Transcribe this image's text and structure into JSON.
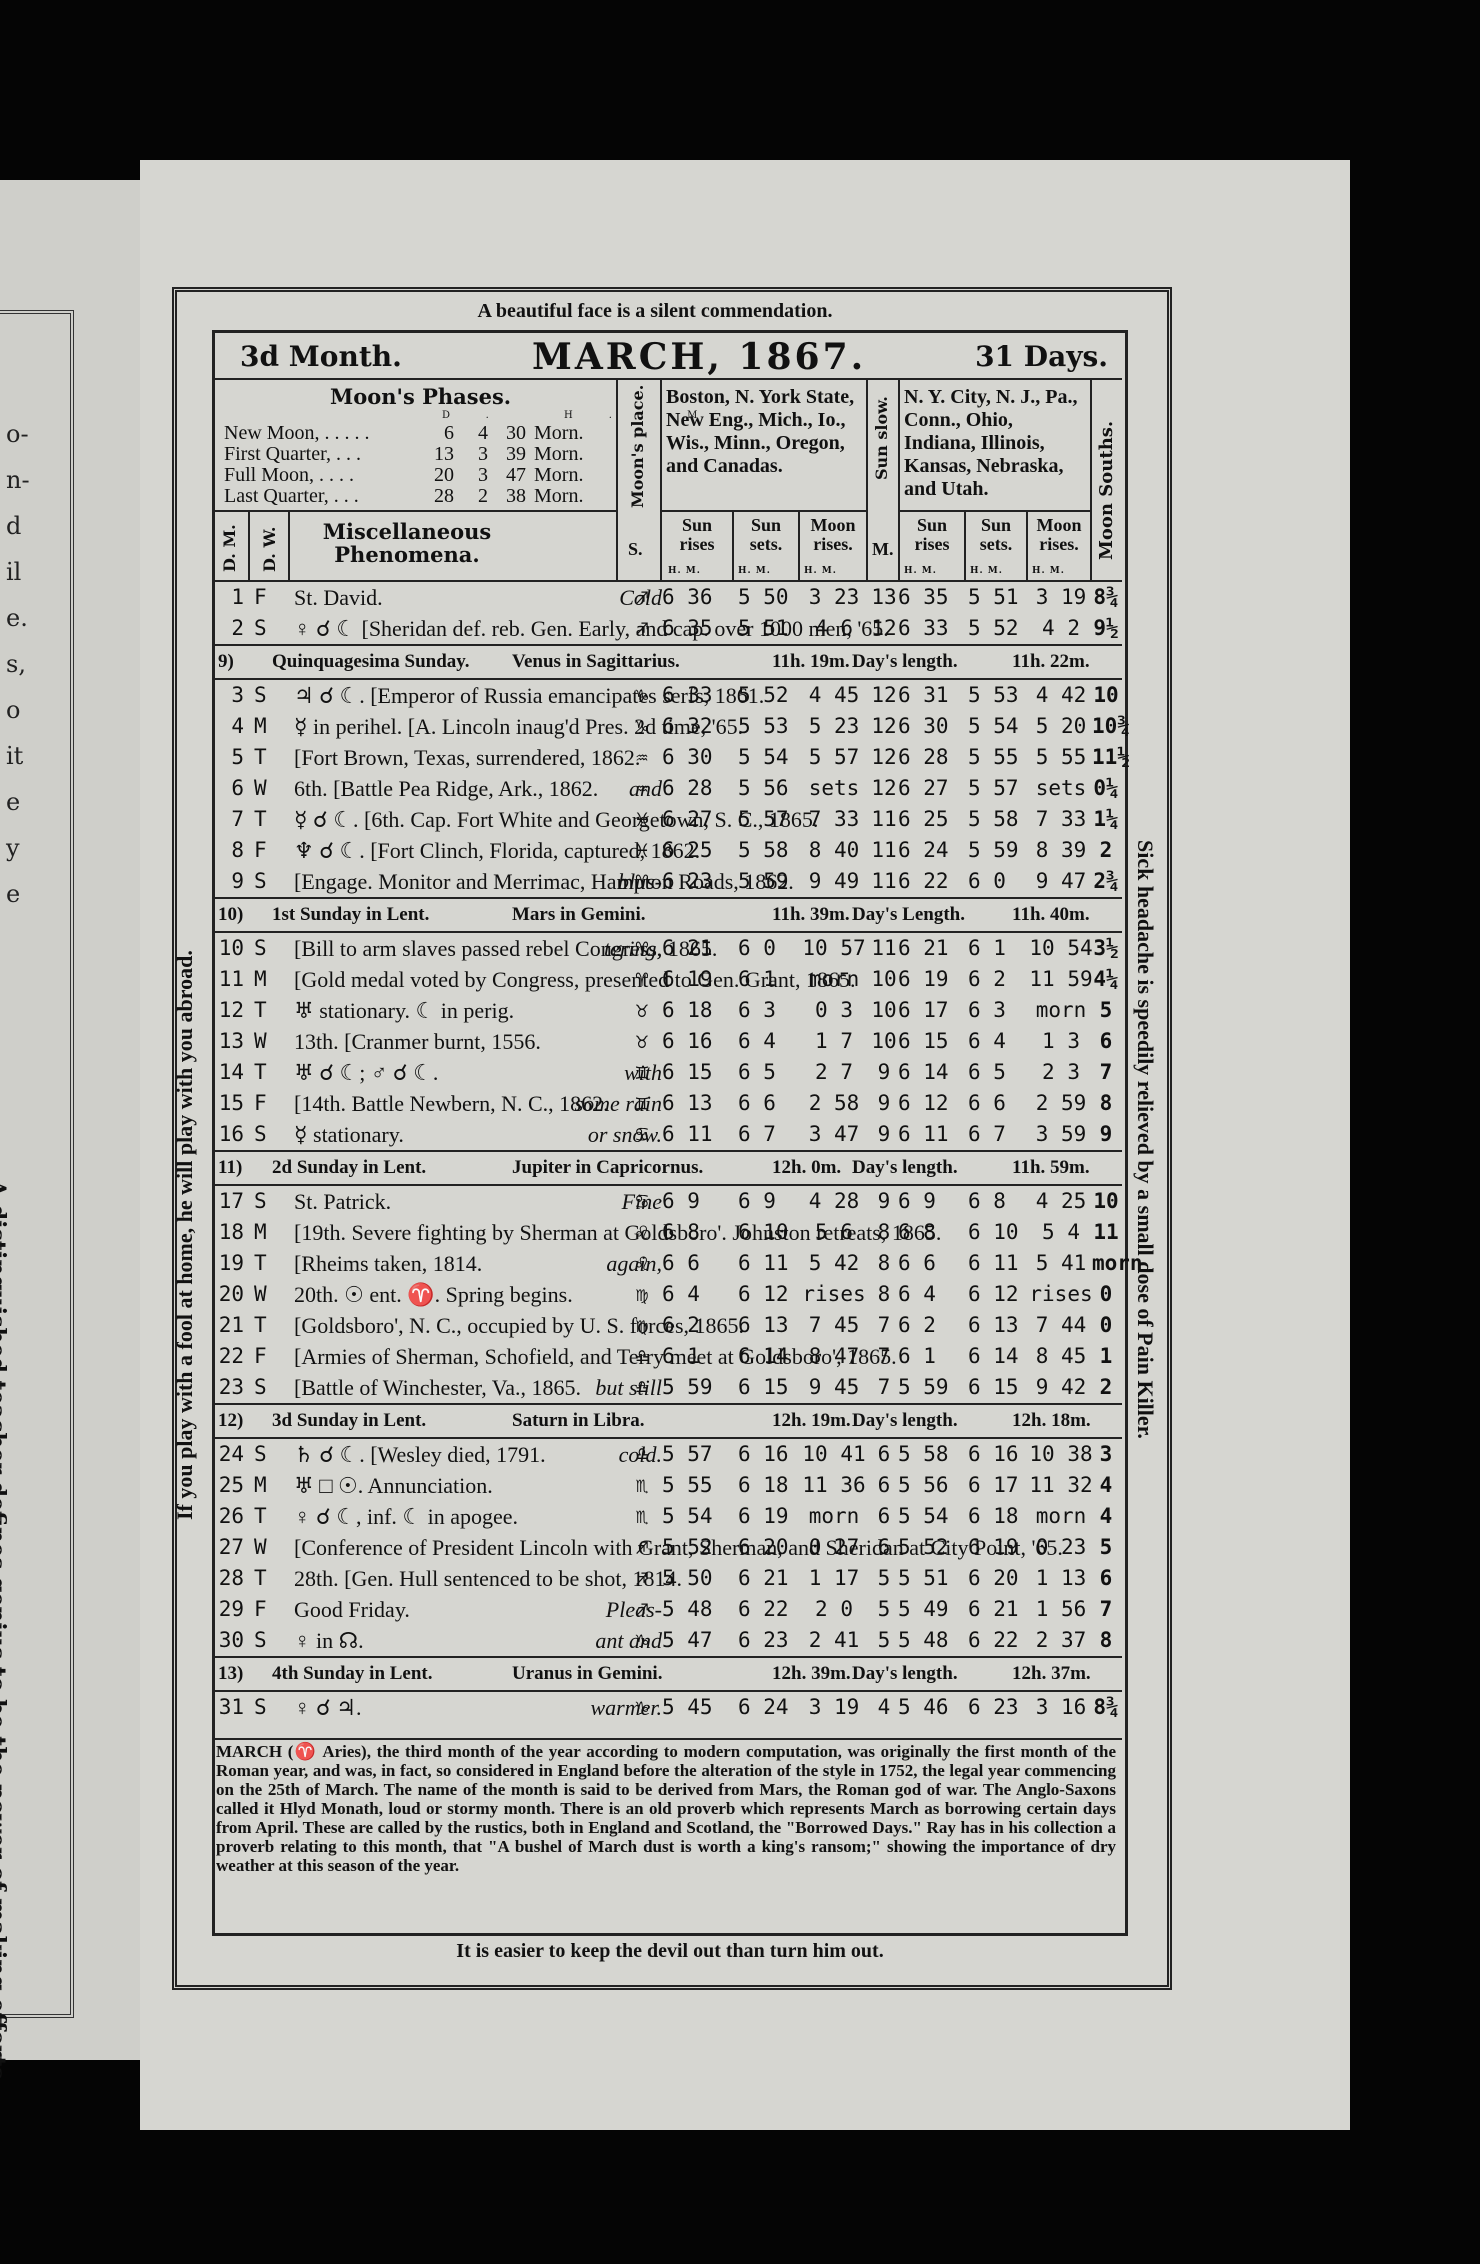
{
  "prev_page": {
    "fragments": [
      "o-",
      "n-",
      "d",
      "il",
      "e.",
      "s,",
      "o",
      "it",
      "e",
      "y",
      "e"
    ],
    "side_text": "A distinguished teacher defines genius to be the power of making efforts."
  },
  "top_motto": "A beautiful face is a silent commendation.",
  "bottom_motto": "It is easier to keep the devil out than turn him out.",
  "left_side_text": "If you play with a fool at home, he will play with you abroad.",
  "right_side_text": "Sick headache is speedily relieved by a small dose of Pain Killer.",
  "title": {
    "left": "3d Month.",
    "center": "MARCH, 1867.",
    "right": "31 Days."
  },
  "header": {
    "phases_title": "Moon's Phases.",
    "dhm": "D. H. M.",
    "phases": [
      {
        "name": "New Moon, . . . . .",
        "d": "6",
        "h": "4",
        "m": "30",
        "when": "Morn."
      },
      {
        "name": "First Quarter, . . .",
        "d": "13",
        "h": "3",
        "m": "39",
        "when": "Morn."
      },
      {
        "name": "Full Moon, . . . .",
        "d": "20",
        "h": "3",
        "m": "47",
        "when": "Morn."
      },
      {
        "name": "Last Quarter, . . .",
        "d": "28",
        "h": "2",
        "m": "38",
        "when": "Morn."
      }
    ],
    "moons_place": "Moon's place.",
    "boston": "Boston, N. York State, New Eng., Mich., Io., Wis., Minn., Oregon, and Canadas.",
    "sun_slow": "Sun slow.",
    "nyc": "N. Y. City, N. J., Pa., Conn., Ohio, Indiana, Illinois, Kansas, Nebraska, and Utah.",
    "moon_souths": "Moon Souths.",
    "dm": "D. M.",
    "dw": "D. W.",
    "misc": "Miscellaneous Phenomena.",
    "s": "S.",
    "sun_rises": "Sun rises",
    "sun_sets": "Sun sets.",
    "moon_rises": "Moon rises.",
    "m": "M.",
    "hm": "H. M."
  },
  "rows": [
    {
      "dm": "1",
      "dw": "F",
      "misc": "St. David.",
      "wx": "Cold",
      "sign": "♐",
      "br": "6 36",
      "bs": "5 50",
      "bm": "3 23",
      "sl": "13",
      "nr": "6 35",
      "ns": "5 51",
      "nm": "3 19",
      "ms": "8¾"
    },
    {
      "dm": "2",
      "dw": "S",
      "misc": "♀ ☌ ☾ [Sheridan def. reb. Gen. Early, and cap. over 1000 men, '65.",
      "wx": "",
      "sign": "♐",
      "br": "6 35",
      "bs": "5 51",
      "bm": "4  6",
      "sl": "12",
      "nr": "6 33",
      "ns": "5 52",
      "nm": "4  2",
      "ms": "9½"
    },
    {
      "sunday": true,
      "num": "9)",
      "name": "Quinquagesima Sunday.",
      "planet": "Venus in Sagittarius.",
      "dur": "11h. 19m.",
      "dl": "Day's length.",
      "dlv": "11h. 22m."
    },
    {
      "dm": "3",
      "dw": "S",
      "misc": "♃ ☌ ☾. [Emperor of Russia emancipates serfs, 1861.",
      "wx": "",
      "sign": "♑",
      "br": "6 33",
      "bs": "5 52",
      "bm": "4 45",
      "sl": "12",
      "nr": "6 31",
      "ns": "5 53",
      "nm": "4 42",
      "ms": "10"
    },
    {
      "dm": "4",
      "dw": "M",
      "misc": "☿ in perihel. [A. Lincoln inaug'd Pres. 2d time, '65.",
      "wx": "",
      "sign": "♑",
      "br": "6 32",
      "bs": "5 53",
      "bm": "5 23",
      "sl": "12",
      "nr": "6 30",
      "ns": "5 54",
      "nm": "5 20",
      "ms": "10¾"
    },
    {
      "dm": "5",
      "dw": "T",
      "misc": "[Fort Brown, Texas, surrendered, 1862.",
      "wx": "",
      "sign": "♒",
      "br": "6 30",
      "bs": "5 54",
      "bm": "5 57",
      "sl": "12",
      "nr": "6 28",
      "ns": "5 55",
      "nm": "5 55",
      "ms": "11½"
    },
    {
      "dm": "6",
      "dw": "W",
      "misc": "6th. [Battle Pea Ridge, Ark., 1862.",
      "wx": "and",
      "sign": "♒",
      "br": "6 28",
      "bs": "5 56",
      "bm": "sets",
      "sl": "12",
      "nr": "6 27",
      "ns": "5 57",
      "nm": "sets",
      "ms": "0¼"
    },
    {
      "dm": "7",
      "dw": "T",
      "misc": "☿ ☌ ☾. [6th. Cap. Fort White and Georgetown, S. C., 1865.",
      "wx": "",
      "sign": "♓",
      "br": "6 27",
      "bs": "5 57",
      "bm": "7 33",
      "sl": "11",
      "nr": "6 25",
      "ns": "5 58",
      "nm": "7 33",
      "ms": "1¼"
    },
    {
      "dm": "8",
      "dw": "F",
      "misc": "♆ ☌ ☾. [Fort Clinch, Florida, captured, 1862.",
      "wx": "",
      "sign": "♓",
      "br": "6 25",
      "bs": "5 58",
      "bm": "8 40",
      "sl": "11",
      "nr": "6 24",
      "ns": "5 59",
      "nm": "8 39",
      "ms": "2"
    },
    {
      "dm": "9",
      "dw": "S",
      "misc": "[Engage. Monitor and Merrimac, Hampton Roads, 1862.",
      "wx": "blus-",
      "sign": "♈",
      "br": "6 23",
      "bs": "5 59",
      "bm": "9 49",
      "sl": "11",
      "nr": "6 22",
      "ns": "6  0",
      "nm": "9 47",
      "ms": "2¾"
    },
    {
      "sunday": true,
      "num": "10)",
      "name": "1st Sunday in Lent.",
      "planet": "Mars in Gemini.",
      "dur": "11h. 39m.",
      "dl": "Day's Length.",
      "dlv": "11h. 40m."
    },
    {
      "dm": "10",
      "dw": "S",
      "misc": "[Bill to arm slaves passed rebel Congress, 1865.",
      "wx": "tering,",
      "sign": "♈",
      "br": "6 21",
      "bs": "6  0",
      "bm": "10 57",
      "sl": "11",
      "nr": "6 21",
      "ns": "6  1",
      "nm": "10 54",
      "ms": "3½"
    },
    {
      "dm": "11",
      "dw": "M",
      "misc": "[Gold medal voted by Congress, presented to Gen. Grant, 1865.",
      "wx": "",
      "sign": "♈",
      "br": "6 19",
      "bs": "6  1",
      "bm": "morn",
      "sl": "10",
      "nr": "6 19",
      "ns": "6  2",
      "nm": "11 59",
      "ms": "4¼"
    },
    {
      "dm": "12",
      "dw": "T",
      "misc": "♅ stationary. ☾ in perig.",
      "wx": "",
      "sign": "♉",
      "br": "6 18",
      "bs": "6  3",
      "bm": "0  3",
      "sl": "10",
      "nr": "6 17",
      "ns": "6  3",
      "nm": "morn",
      "ms": "5"
    },
    {
      "dm": "13",
      "dw": "W",
      "misc": "13th. [Cranmer burnt, 1556.",
      "wx": "",
      "sign": "♉",
      "br": "6 16",
      "bs": "6  4",
      "bm": "1  7",
      "sl": "10",
      "nr": "6 15",
      "ns": "6  4",
      "nm": "1  3",
      "ms": "6"
    },
    {
      "dm": "14",
      "dw": "T",
      "misc": "♅ ☌ ☾; ♂ ☌ ☾.",
      "wx": "with",
      "sign": "♊",
      "br": "6 15",
      "bs": "6  5",
      "bm": "2  7",
      "sl": "9",
      "nr": "6 14",
      "ns": "6  5",
      "nm": "2  3",
      "ms": "7"
    },
    {
      "dm": "15",
      "dw": "F",
      "misc": "[14th. Battle Newbern, N. C., 1862.",
      "wx": "some rain",
      "sign": "♊",
      "br": "6 13",
      "bs": "6  6",
      "bm": "2 58",
      "sl": "9",
      "nr": "6 12",
      "ns": "6  6",
      "nm": "2 59",
      "ms": "8"
    },
    {
      "dm": "16",
      "dw": "S",
      "misc": "☿ stationary.",
      "wx": "or snow.",
      "sign": "♋",
      "br": "6 11",
      "bs": "6  7",
      "bm": "3 47",
      "sl": "9",
      "nr": "6 11",
      "ns": "6  7",
      "nm": "3 59",
      "ms": "9"
    },
    {
      "sunday": true,
      "num": "11)",
      "name": "2d Sunday in Lent.",
      "planet": "Jupiter in Capricornus.",
      "dur": "12h. 0m.",
      "dl": "Day's length.",
      "dlv": "11h. 59m."
    },
    {
      "dm": "17",
      "dw": "S",
      "misc": "St. Patrick.",
      "wx": "Fine",
      "sign": "♋",
      "br": "6  9",
      "bs": "6  9",
      "bm": "4 28",
      "sl": "9",
      "nr": "6  9",
      "ns": "6  8",
      "nm": "4 25",
      "ms": "10"
    },
    {
      "dm": "18",
      "dw": "M",
      "misc": "[19th. Severe fighting by Sherman at Goldsboro'. Johnston retreats, 1865.",
      "wx": "",
      "sign": "♌",
      "br": "6  8",
      "bs": "6 10",
      "bm": "5  6",
      "sl": "8",
      "nr": "6  8",
      "ns": "6 10",
      "nm": "5  4",
      "ms": "11"
    },
    {
      "dm": "19",
      "dw": "T",
      "misc": "[Rheims taken, 1814.",
      "wx": "again,",
      "sign": "♌",
      "br": "6  6",
      "bs": "6 11",
      "bm": "5 42",
      "sl": "8",
      "nr": "6  6",
      "ns": "6 11",
      "nm": "5 41",
      "ms": "morn"
    },
    {
      "dm": "20",
      "dw": "W",
      "misc": "20th. ☉ ent. ♈. Spring begins.",
      "wx": "",
      "sign": "♍",
      "br": "6  4",
      "bs": "6 12",
      "bm": "rises",
      "sl": "8",
      "nr": "6  4",
      "ns": "6 12",
      "nm": "rises",
      "ms": "0"
    },
    {
      "dm": "21",
      "dw": "T",
      "misc": "[Goldsboro', N. C., occupied by U. S. forces, 1865.",
      "wx": "",
      "sign": "♍",
      "br": "6  2",
      "bs": "6 13",
      "bm": "7 45",
      "sl": "7",
      "nr": "6  2",
      "ns": "6 13",
      "nm": "7 44",
      "ms": "0"
    },
    {
      "dm": "22",
      "dw": "F",
      "misc": "[Armies of Sherman, Schofield, and Terry meet at Goldsboro', 1865.",
      "wx": "",
      "sign": "♎",
      "br": "6  1",
      "bs": "6 14",
      "bm": "8 47",
      "sl": "7",
      "nr": "6  1",
      "ns": "6 14",
      "nm": "8 45",
      "ms": "1"
    },
    {
      "dm": "23",
      "dw": "S",
      "misc": "[Battle of Winchester, Va., 1865.",
      "wx": "but still",
      "sign": "♎",
      "br": "5 59",
      "bs": "6 15",
      "bm": "9 45",
      "sl": "7",
      "nr": "5 59",
      "ns": "6 15",
      "nm": "9 42",
      "ms": "2"
    },
    {
      "sunday": true,
      "num": "12)",
      "name": "3d Sunday in Lent.",
      "planet": "Saturn in Libra.",
      "dur": "12h. 19m.",
      "dl": "Day's length.",
      "dlv": "12h. 18m."
    },
    {
      "dm": "24",
      "dw": "S",
      "misc": "♄ ☌ ☾. [Wesley died, 1791.",
      "wx": "cold.",
      "sign": "♎",
      "br": "5 57",
      "bs": "6 16",
      "bm": "10 41",
      "sl": "6",
      "nr": "5 58",
      "ns": "6 16",
      "nm": "10 38",
      "ms": "3"
    },
    {
      "dm": "25",
      "dw": "M",
      "misc": "♅ □ ☉. Annunciation.",
      "wx": "",
      "sign": "♏",
      "br": "5 55",
      "bs": "6 18",
      "bm": "11 36",
      "sl": "6",
      "nr": "5 56",
      "ns": "6 17",
      "nm": "11 32",
      "ms": "4"
    },
    {
      "dm": "26",
      "dw": "T",
      "misc": "♀ ☌ ☾, inf. ☾ in apogee.",
      "wx": "",
      "sign": "♏",
      "br": "5 54",
      "bs": "6 19",
      "bm": "morn",
      "sl": "6",
      "nr": "5 54",
      "ns": "6 18",
      "nm": "morn",
      "ms": "4"
    },
    {
      "dm": "27",
      "dw": "W",
      "misc": "[Conference of President Lincoln with Grant, Sherman, and Sheridan at City Point, '65.",
      "wx": "",
      "sign": "♐",
      "br": "5 52",
      "bs": "6 20",
      "bm": "0 27",
      "sl": "6",
      "nr": "5 52",
      "ns": "6 19",
      "nm": "0 23",
      "ms": "5"
    },
    {
      "dm": "28",
      "dw": "T",
      "misc": "28th. [Gen. Hull sentenced to be shot, 1814.",
      "wx": "",
      "sign": "♐",
      "br": "5 50",
      "bs": "6 21",
      "bm": "1 17",
      "sl": "5",
      "nr": "5 51",
      "ns": "6 20",
      "nm": "1 13",
      "ms": "6"
    },
    {
      "dm": "29",
      "dw": "F",
      "misc": "Good Friday.",
      "wx": "Pleas-",
      "sign": "♐",
      "br": "5 48",
      "bs": "6 22",
      "bm": "2  0",
      "sl": "5",
      "nr": "5 49",
      "ns": "6 21",
      "nm": "1 56",
      "ms": "7"
    },
    {
      "dm": "30",
      "dw": "S",
      "misc": "♀ in ☊.",
      "wx": "ant and",
      "sign": "♑",
      "br": "5 47",
      "bs": "6 23",
      "bm": "2 41",
      "sl": "5",
      "nr": "5 48",
      "ns": "6 22",
      "nm": "2 37",
      "ms": "8"
    },
    {
      "sunday": true,
      "num": "13)",
      "name": "4th Sunday in Lent.",
      "planet": "Uranus in Gemini.",
      "dur": "12h. 39m.",
      "dl": "Day's length.",
      "dlv": "12h. 37m."
    },
    {
      "dm": "31",
      "dw": "S",
      "misc": "♀ ☌ ♃.",
      "wx": "warmer.",
      "sign": "♑",
      "br": "5 45",
      "bs": "6 24",
      "bm": "3 19",
      "sl": "4",
      "nr": "5 46",
      "ns": "6 23",
      "nm": "3 16",
      "ms": "8¾"
    }
  ],
  "essay": "MARCH (♈ Aries), the third month of the year according to modern computation, was originally the first month of the Roman year, and was, in fact, so considered in England before the alteration of the style in 1752, the legal year commencing on the 25th of March. The name of the month is said to be derived from Mars, the Roman god of war. The Anglo-Saxons called it Hlyd Monath, loud or stormy month. There is an old proverb which represents March as borrowing certain days from April. These are called by the rustics, both in England and Scotland, the \"Borrowed Days.\" Ray has in his collection a proverb relating to this month, that \"A bushel of March dust is worth a king's ransom;\" showing the importance of dry weather at this season of the year.",
  "colors": {
    "paper": "#d6d6d1",
    "ink": "#111111",
    "background": "#050505"
  }
}
